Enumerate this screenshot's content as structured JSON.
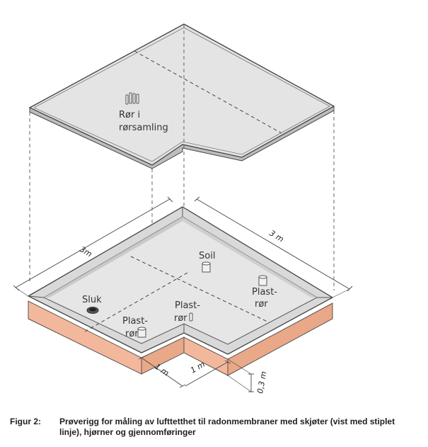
{
  "top_panel": {
    "label_line1": "Rør i",
    "label_line2": "rørsamling"
  },
  "base": {
    "labels": {
      "sluk": "Sluk",
      "soil": "Soil",
      "plast_right_1": "Plast-",
      "plast_right_2": "rør",
      "plast_mid_1": "Plast-",
      "plast_mid_2": "rør",
      "plast_left_1": "Plast-",
      "plast_left_2": "rør"
    },
    "dimensions": {
      "left_length": "3m",
      "right_length": "3 m",
      "bottom_left": "1 m",
      "bottom_right": "1 m",
      "height": "0,3 m"
    }
  },
  "caption": {
    "figure": "Figur 2:",
    "text": "Prøverigg for måling av lufttetthet til radonmembraner med skjøter (vist med stiplet linje), hjørner og gjennomføringer"
  },
  "colors": {
    "membrane_fill": "#e4e4e4",
    "edge_stroke": "#444444",
    "base_side": "#f3b89b"
  }
}
